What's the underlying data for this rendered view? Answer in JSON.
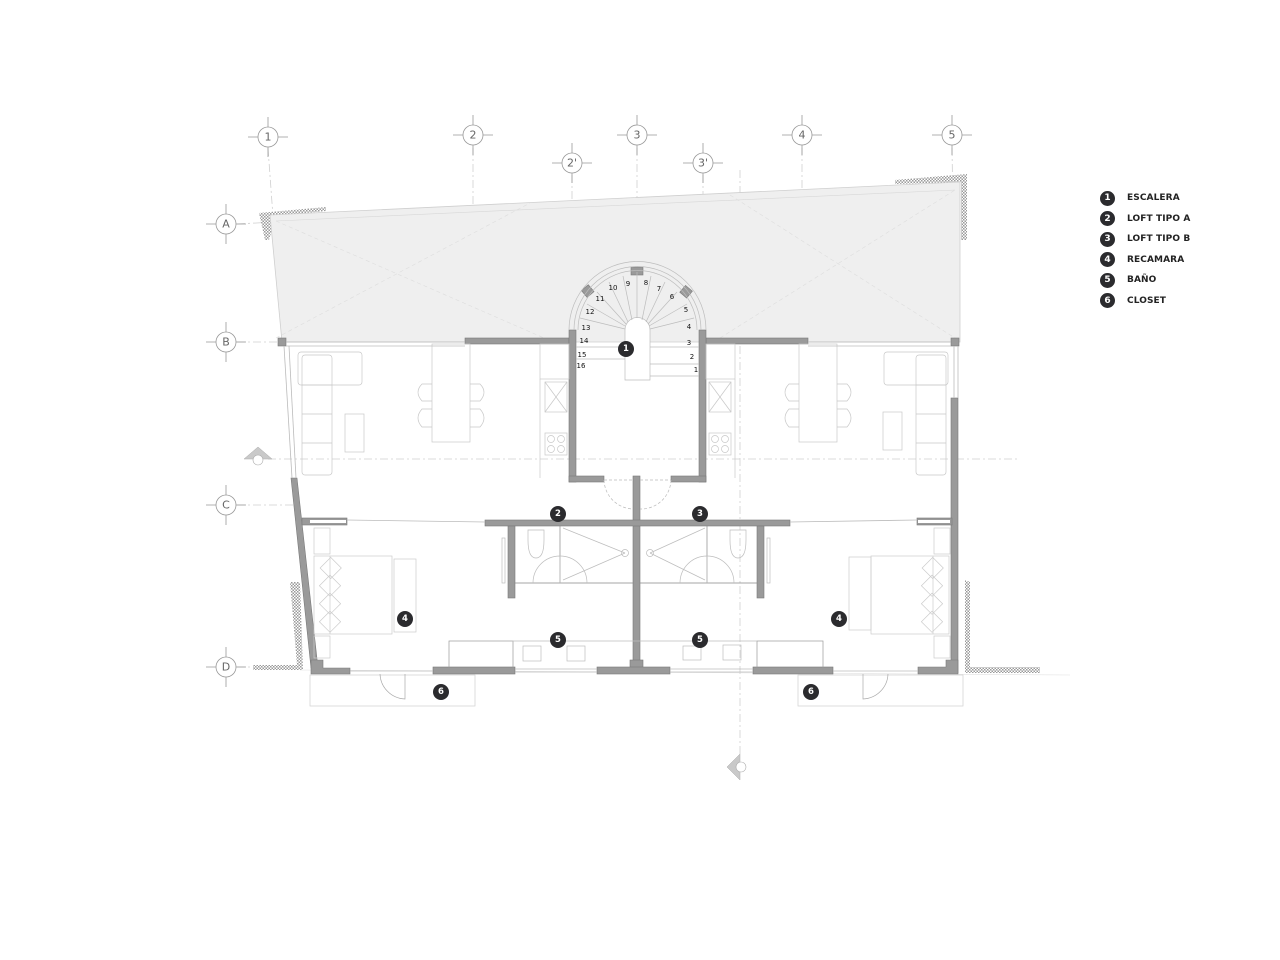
{
  "legend": {
    "items": [
      {
        "num": "1",
        "label": "ESCALERA"
      },
      {
        "num": "2",
        "label": "LOFT TIPO A"
      },
      {
        "num": "3",
        "label": "LOFT TIPO B"
      },
      {
        "num": "4",
        "label": "RECAMARA"
      },
      {
        "num": "5",
        "label": "BAÑO"
      },
      {
        "num": "6",
        "label": "CLOSET"
      }
    ]
  },
  "grid": {
    "columns": [
      "1",
      "2",
      "2'",
      "3",
      "3'",
      "4",
      "5"
    ],
    "rows": [
      "A",
      "B",
      "C",
      "D"
    ]
  },
  "stair": {
    "steps": [
      "1",
      "2",
      "3",
      "4",
      "5",
      "6",
      "7",
      "8",
      "9",
      "10",
      "11",
      "12",
      "13",
      "14",
      "15",
      "16"
    ]
  },
  "markers": {
    "stair": "1",
    "loft_a": "2",
    "loft_b": "3",
    "bedroom_left": "4",
    "bedroom_right": "4",
    "bath_left": "5",
    "bath_right": "5",
    "closet_left": "6",
    "closet_right": "6"
  },
  "colors": {
    "wall": "#9a9a9a",
    "wall_edge": "#7a7a7a",
    "terrace_fill": "#efefef",
    "badge": "#2b2b2e",
    "line": "#c8c8c8"
  }
}
